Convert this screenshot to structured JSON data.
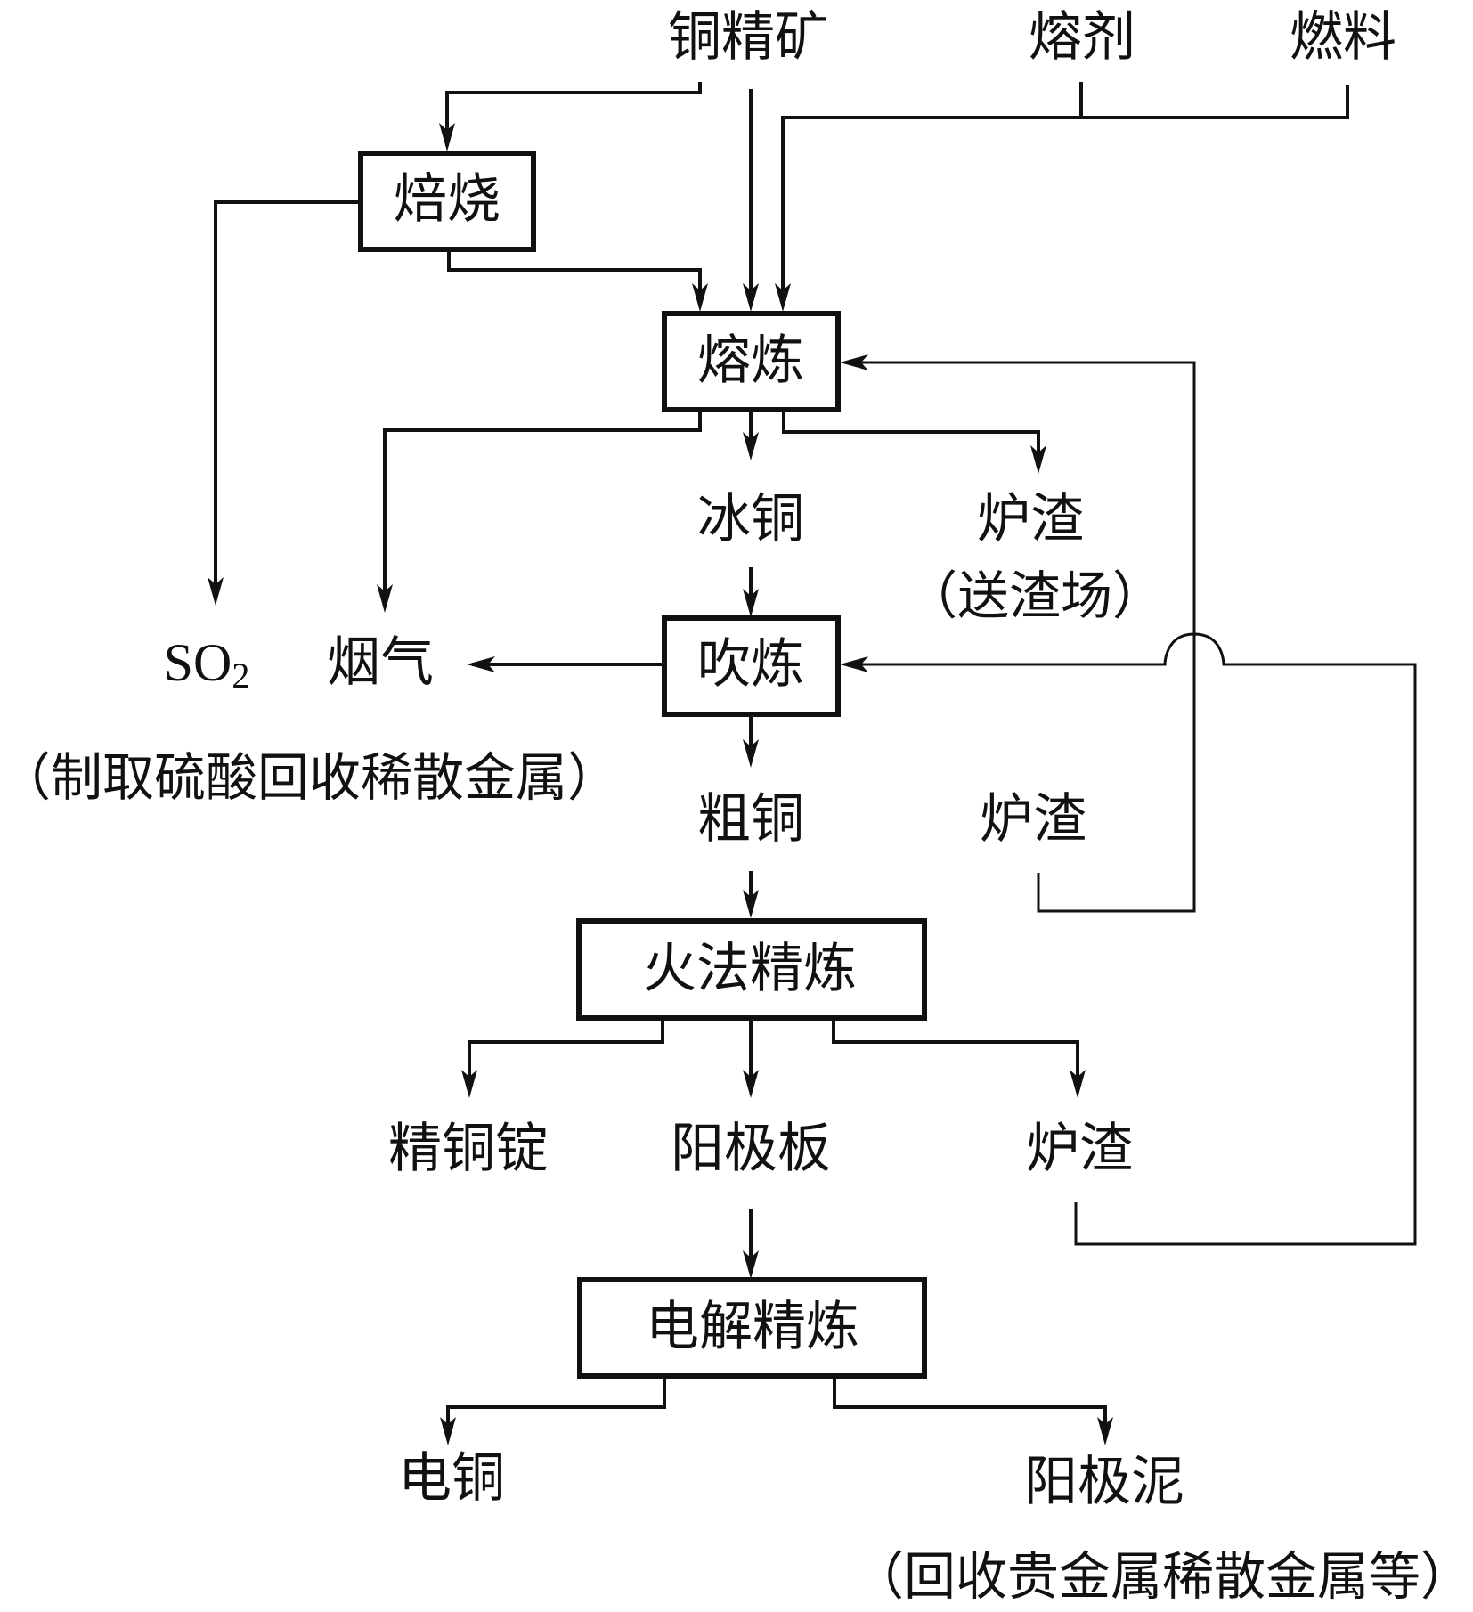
{
  "diagram": {
    "title": "",
    "inputs": {
      "concentrate": "铜精矿",
      "flux": "熔剂",
      "fuel": "燃料"
    },
    "processes": {
      "roasting": "焙烧",
      "smelting": "熔炼",
      "converting": "吹炼",
      "fire_refining": "火法精炼",
      "electrolytic_refining": "电解精炼"
    },
    "products": {
      "so2_main": "SO",
      "so2_sub": "2",
      "flue_gas": "烟气",
      "gas_note": "（制取硫酸回收稀散金属）",
      "matte": "冰铜",
      "slag_smelting": "炉渣",
      "slag_smelting_note": "（送渣场）",
      "blister_copper": "粗铜",
      "slag_converting": "炉渣",
      "refined_ingot": "精铜锭",
      "anode": "阳极板",
      "slag_refining": "炉渣",
      "cathode_copper": "电铜",
      "anode_slime": "阳极泥",
      "anode_slime_note": "（回收贵金属稀散金属等）"
    },
    "flows": [
      {
        "from": "铜精矿",
        "to": "焙烧"
      },
      {
        "from": "铜精矿",
        "to": "熔炼"
      },
      {
        "from": "熔剂",
        "to": "熔炼"
      },
      {
        "from": "燃料",
        "to": "熔炼"
      },
      {
        "from": "焙烧",
        "to": "熔炼"
      },
      {
        "from": "焙烧",
        "to": "SO2"
      },
      {
        "from": "熔炼",
        "to": "烟气"
      },
      {
        "from": "熔炼",
        "to": "冰铜"
      },
      {
        "from": "熔炼",
        "to": "炉渣（送渣场）"
      },
      {
        "from": "冰铜",
        "to": "吹炼"
      },
      {
        "from": "吹炼",
        "to": "烟气"
      },
      {
        "from": "吹炼",
        "to": "粗铜"
      },
      {
        "from": "吹炼 炉渣",
        "to": "熔炼"
      },
      {
        "from": "粗铜",
        "to": "火法精炼"
      },
      {
        "from": "火法精炼",
        "to": "精铜锭"
      },
      {
        "from": "火法精炼",
        "to": "阳极板"
      },
      {
        "from": "火法精炼",
        "to": "炉渣"
      },
      {
        "from": "火法精炼 炉渣",
        "to": "吹炼"
      },
      {
        "from": "阳极板",
        "to": "电解精炼"
      },
      {
        "from": "电解精炼",
        "to": "电铜"
      },
      {
        "from": "电解精炼",
        "to": "阳极泥"
      }
    ],
    "colors": {
      "line": "#111111",
      "background": "#ffffff"
    }
  }
}
